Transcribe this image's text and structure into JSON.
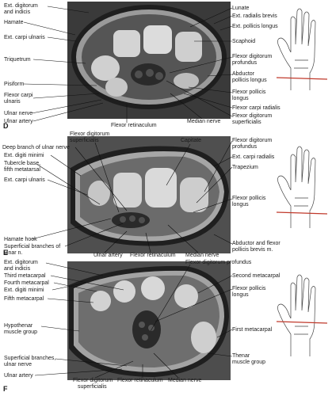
{
  "panels": [
    {
      "letter": "D",
      "left_labels": [
        "Ext. digitorum",
        "and indicis",
        "Hamate",
        "Ext. carpi ulnaris",
        "Triquetrum",
        "Pisiform",
        "Flexor carpi",
        "ulnaris",
        "Ulnar nerve",
        "Ulnar artery"
      ],
      "right_labels": [
        "Lunate",
        "Ext. radialis brevis",
        "Ext. pollicis longus",
        "Scaphoid",
        "Flexor digitorum",
        "profundus",
        "Abductor",
        "pollicis longus",
        "Flexor pollicis",
        "longus",
        "Flexor carpi radialis",
        "Flexor digitorum",
        "superficialis"
      ],
      "bottom_labels": [
        "Flexor retinaculum",
        "Median nerve"
      ]
    },
    {
      "letter": "E",
      "top_labels": [
        "Flexor digitorum",
        "superficialis",
        "Capitate"
      ],
      "left_labels": [
        "Deep branch of ulnar nerve",
        "Ext. digiti minimi",
        "Tubercle base,",
        "fifth metatarsal",
        "Ext. carpi ulnaris",
        "Hamate hook",
        "Superficial branches of",
        "ulnar n."
      ],
      "right_labels": [
        "Flexor digitorum",
        "profundus",
        "Ext. carpi radialis",
        "Trapezium",
        "Flexor pollicis",
        "longus",
        "Abductor and flexor",
        "pollicis brevis m."
      ],
      "bottom_labels": [
        "Ulnar artery",
        "Flexor retinaculum",
        "Median nerve"
      ]
    },
    {
      "letter": "F",
      "top_labels": [
        "Flexor digitorum profundus"
      ],
      "left_labels": [
        "Ext. digitorum",
        "and indicis",
        "Third metacarpal",
        "Fourth metacarpal",
        "Ext. digiti minimi",
        "Fifth metacarpal",
        "Hypothenar",
        "muscle group",
        "Superficial branches,",
        "ulnar nerve",
        "Ulnar artery"
      ],
      "right_labels": [
        "Second metacarpal",
        "Flexor pollicis",
        "longus",
        "First metacarpal",
        "Thenar",
        "muscle group"
      ],
      "bottom_labels": [
        "Flexor digitorum",
        "superficialis",
        "Flexor retinaculum",
        "Median nerve"
      ]
    }
  ]
}
